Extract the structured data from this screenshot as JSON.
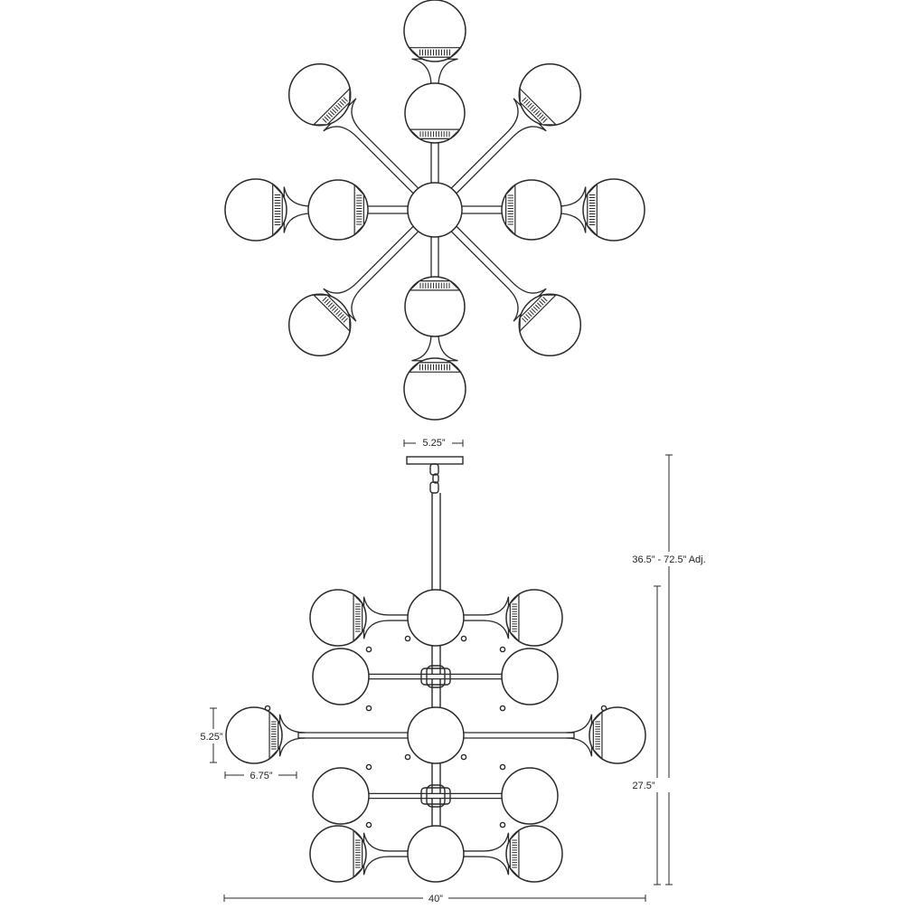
{
  "dimensions": {
    "canopy_width": "5.25”",
    "overall_height": "36.5” - 72.5” Adj.",
    "globe_height": "5.25”",
    "globe_width": "6.75”",
    "body_height": "27.5”",
    "overall_width": "40”"
  },
  "views": [
    "top-view",
    "side-elevation"
  ],
  "colors": {
    "line": "#2a2a2a",
    "background": "#ffffff"
  }
}
